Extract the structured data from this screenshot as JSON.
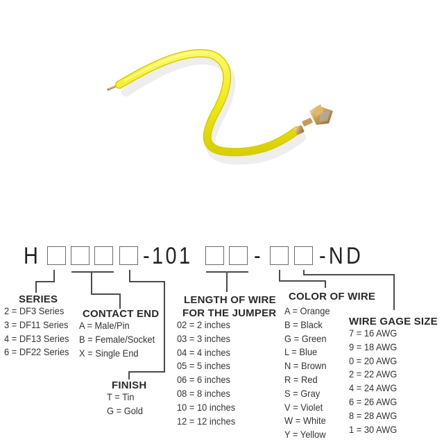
{
  "product_image": {
    "description": "yellow jumper wire with stripped pin end and crimped socket contact",
    "wire_color": "#f2ee1a",
    "contact_color": "#c8a060"
  },
  "part_number": {
    "prefix": "H",
    "middle": "-101",
    "dash": "-",
    "suffix": "-ND",
    "box_count_group1": 4,
    "box_count_group2": 2,
    "box_count_group3": 2
  },
  "series": {
    "title": "SERIES",
    "items": [
      "2 = DF3 Series",
      "3 = DF11 Series",
      "4 = DF13 Series",
      "6 = DF22 Series"
    ]
  },
  "contact_end": {
    "title": "CONTACT END",
    "items": [
      "A = Male/Pin",
      "B = Female/Socket",
      "X = Single End"
    ]
  },
  "finish": {
    "title": "FINISH",
    "items": [
      "T = Tin",
      "G = Gold"
    ]
  },
  "length": {
    "title_line1": "LENGTH OF WIRE",
    "title_line2": "FOR THE JUMPER",
    "items": [
      "02 = 2 inches",
      "03 = 3 inches",
      "04 = 4 inches",
      "05 = 5 inches",
      "06 = 6 inches",
      "08 = 8 inches",
      "10 = 10 inches",
      "12 = 12 inches"
    ]
  },
  "color_of_wire": {
    "title": "COLOR OF WIRE",
    "items": [
      "A = Orange",
      "B = Black",
      "G = Green",
      "L = Blue",
      "N = Brown",
      "R = Red",
      "S = Gray",
      "V = Violet",
      "W = White",
      "Y = Yellow"
    ]
  },
  "wire_gage": {
    "title": "WIRE GAGE SIZE",
    "items": [
      "7 = 16 AWG",
      "9 = 18 AWG",
      "0 = 20 AWG",
      "2 = 22 AWG",
      "4 = 24 AWG",
      "6 = 26 AWG",
      "8 = 28 AWG",
      "1 = 30 AWG"
    ]
  }
}
